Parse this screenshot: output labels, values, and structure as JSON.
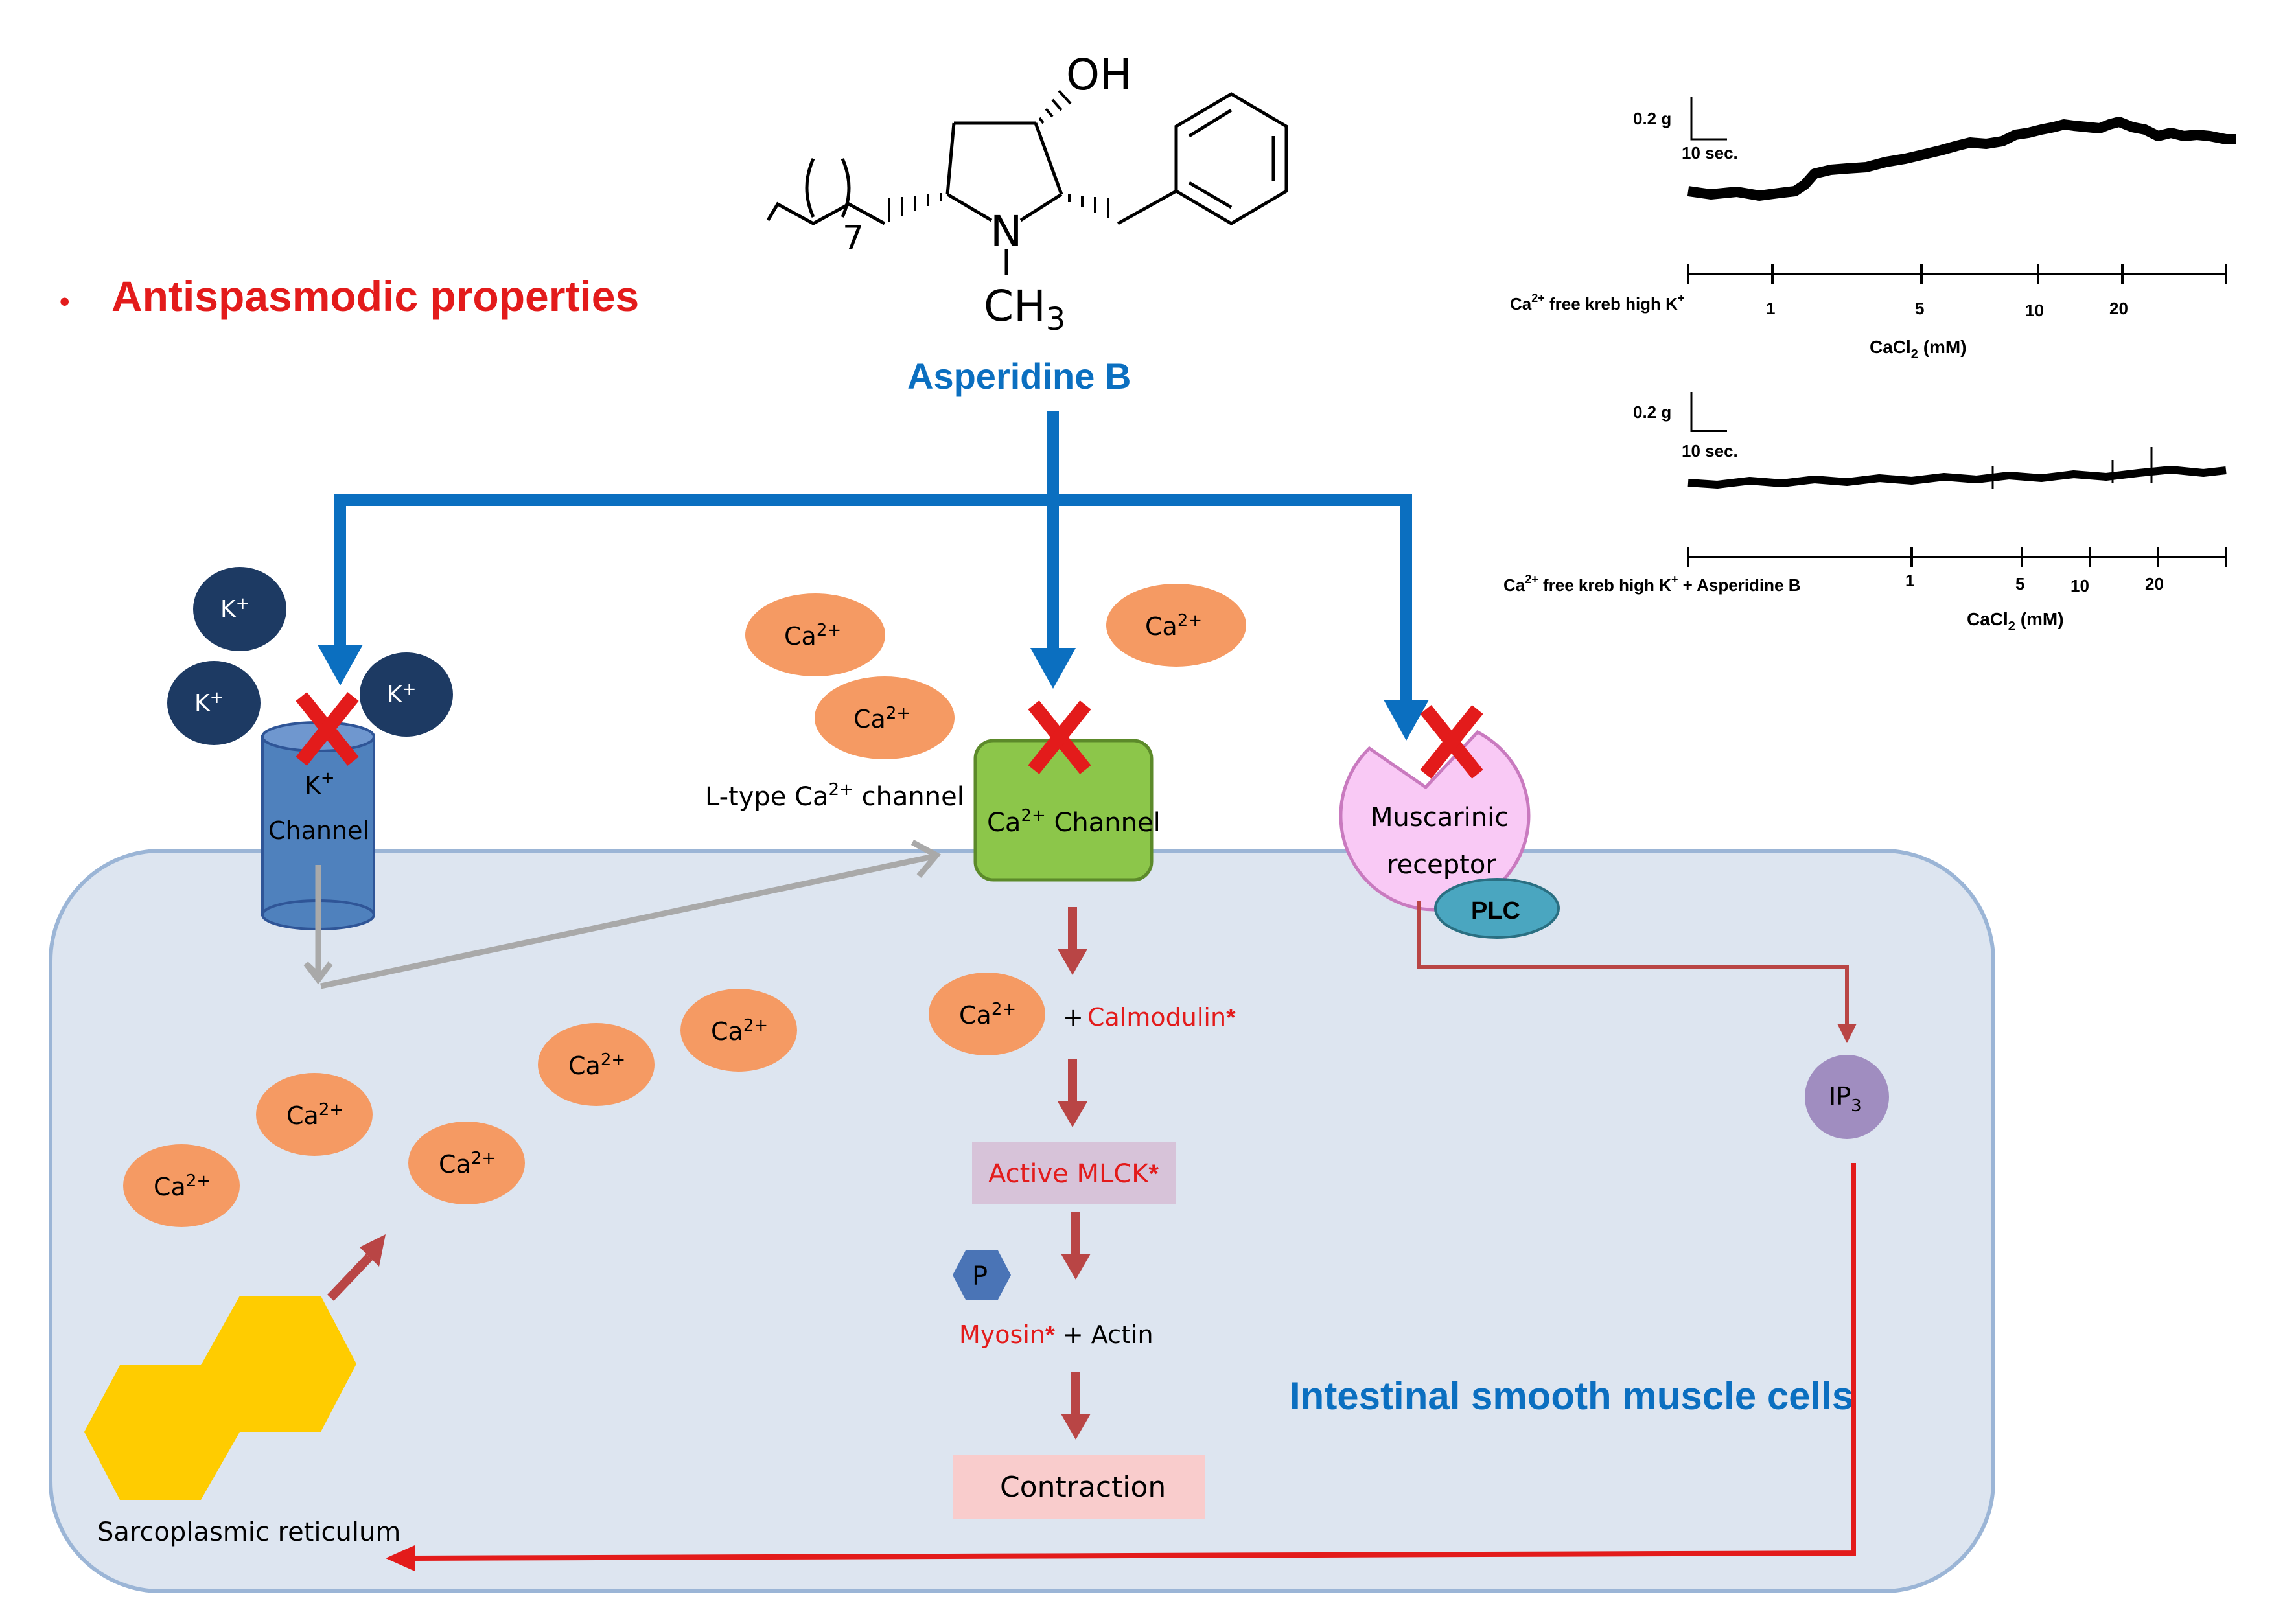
{
  "headline": {
    "bullet": "•",
    "text": "Antispasmodic properties"
  },
  "molecule": {
    "name": "Asperidine B",
    "oh": "OH",
    "n": "N",
    "ch": "CH",
    "ch_sub": "3",
    "repeat": "7"
  },
  "cell": {
    "title": "Intestinal smooth muscle cells"
  },
  "potassium": {
    "ion": "K",
    "ion_sup": "+",
    "channel_line1": "K",
    "channel_sup": "+",
    "channel_line2": "Channel"
  },
  "calcium": {
    "ion": "Ca",
    "ion_sup": "2+"
  },
  "l_type": {
    "prefix": "L-type Ca",
    "sup": "2+",
    "suffix": " channel"
  },
  "ca_channel": {
    "prefix": "Ca",
    "sup": "2+",
    "suffix": " Channel"
  },
  "muscarinic": {
    "line1": "Muscarinic",
    "line2": "receptor"
  },
  "plc": "PLC",
  "ip3": {
    "base": "IP",
    "sub": "3"
  },
  "pathway": {
    "plus1": "+",
    "calmodulin": "Calmodulin",
    "star": "*",
    "mlck": "Active MLCK",
    "phosphate": "P",
    "myosin": "Myosin",
    "plus_actin": " + Actin",
    "contraction": "Contraction"
  },
  "sr_label": "Sarcoplasmic reticulum",
  "trace_top": {
    "scale_g": "0.2 g",
    "scale_t": "10 sec.",
    "cond_a": "Ca",
    "cond_sup": "2+",
    "cond_b": " free kreb high K",
    "cond_c_sup": "+",
    "ticks": [
      "1",
      "5",
      "10",
      "20"
    ],
    "axis_a": "CaCl",
    "axis_sub": "2",
    "axis_b": " (mM)"
  },
  "trace_bottom": {
    "scale_g": "0.2 g",
    "scale_t": "10 sec.",
    "cond_a": "Ca",
    "cond_sup": "2+",
    "cond_b": " free kreb high K",
    "cond_c_sup": "+",
    "cond_d": " + Asperidine B",
    "ticks": [
      "1",
      "5",
      "10",
      "20"
    ],
    "axis_a": "CaCl",
    "axis_sub": "2",
    "axis_b": " (mM)"
  },
  "colors": {
    "blue_arrow": "#0b6fc0",
    "red": "#e31b1b",
    "dark_red": "#b94545",
    "cell_fill": "#dde5f0",
    "cell_stroke": "#9bb5d6",
    "ca_orange": "#f59a63",
    "k_navy": "#1d3a63",
    "ca_channel_green": "#8cc64a",
    "muscarinic_pink": "#f9c9f5",
    "plc_teal": "#4aa6c0",
    "ip3_purple": "#a08dc0",
    "sr_yellow": "#ffcc00",
    "mlck_bg": "#d7c3d9",
    "contraction_bg": "#f9cccc",
    "phosphate_blue": "#4a74b6"
  }
}
